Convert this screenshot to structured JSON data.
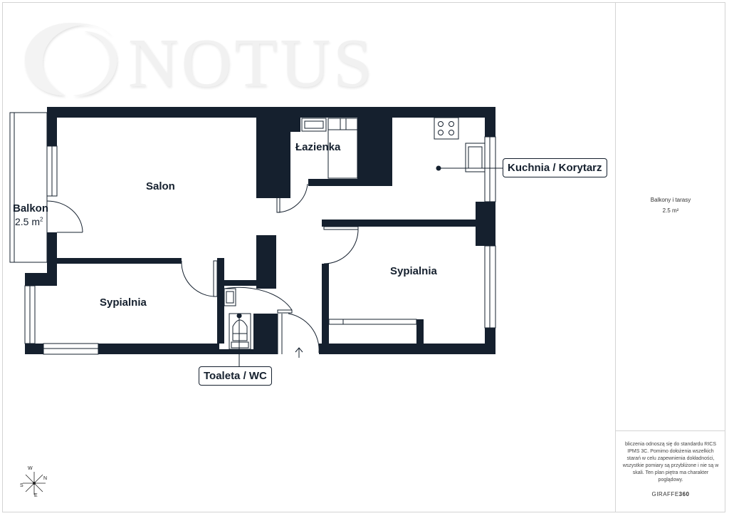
{
  "logo": {
    "text": "NOTUS"
  },
  "rooms": {
    "salon": "Salon",
    "lazienka": "Łazienka",
    "sypialnia_left": "Sypialnia",
    "sypialnia_right": "Sypialnia",
    "balkon": "Balkon"
  },
  "balkon_area": {
    "value": "2.5 m",
    "sup": "2"
  },
  "callouts": {
    "kuchnia": "Kuchnia / Korytarz",
    "toaleta": "Toaleta / WC"
  },
  "sidebar": {
    "title": "Balkony i tarasy",
    "value": "2.5 m²",
    "disclaimer": "bliczenia odnoszą się do standardu RICS IPMS 3C. Pomimo dołożenia wszelkich starań w celu zapewnienia dokładności, wszystkie pomiary są przybliżone i nie są w skali. Ten plan piętra ma charakter poglądowy.",
    "brand_prefix": "GIRAFFE",
    "brand_suffix": "360"
  },
  "compass": {
    "w": "W",
    "n": "N",
    "s": "S",
    "e": "E"
  },
  "colors": {
    "wall": "#15202e",
    "frame": "#d4d4d4"
  }
}
